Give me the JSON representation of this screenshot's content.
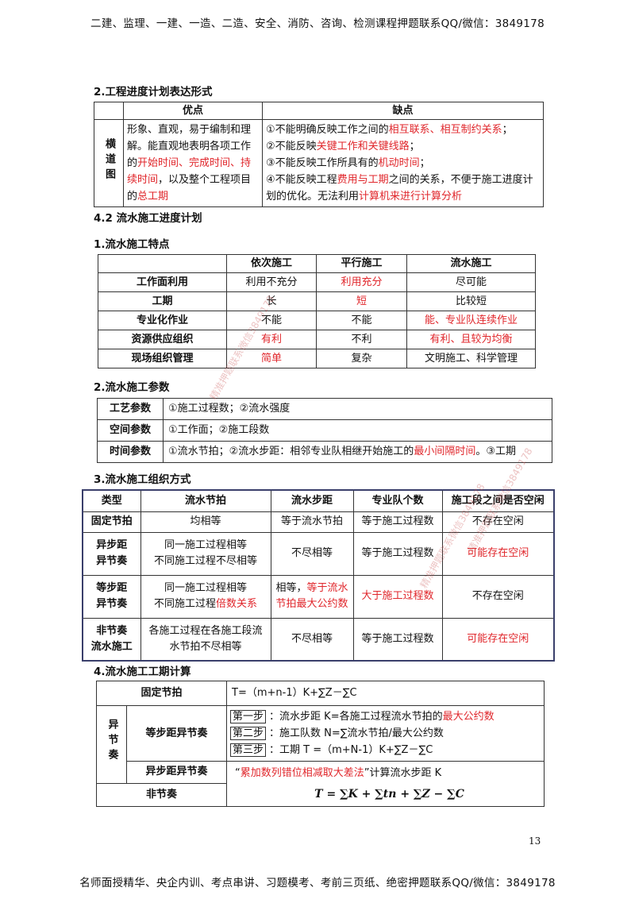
{
  "header": "二建、监理、一建、一造、二造、安全、消防、咨询、检测课程押题联系QQ/微信：3849178",
  "footer": "名师面授精华、央企内训、考点串讲、习题模考、考前三页纸、绝密押题联系QQ/微信：3849178",
  "page_number": "13",
  "s1": {
    "heading": "2.工程进度计划表达形式",
    "col_pro": "优点",
    "col_con": "缺点",
    "row_label": "横道图",
    "pro_1": "形象、直观，易于编制和理解。能直观地表明各项工作的",
    "pro_red_1": "开始时间、完成时间、持续时间",
    "pro_2": "，以及整个工程项目的",
    "pro_red_2": "总工期",
    "con": [
      {
        "a": "①不能明确反映工作之间的",
        "r": "相互联系、相互制约关系",
        "b": "；"
      },
      {
        "a": "②不能反映",
        "r": "关键工作和关键线路",
        "b": "；"
      },
      {
        "a": "③不能反映工作所具有的",
        "r": "机动时间",
        "b": "；"
      },
      {
        "a": "④不能反映工程",
        "r": "费用与工期",
        "b": "之间的关系，不便于施工进度计划的优化。无法利用"
      },
      {
        "a": "",
        "r": "计算机来进行计算分析",
        "b": ""
      }
    ]
  },
  "s2": {
    "heading": "4.2 流水施工进度计划"
  },
  "s3": {
    "heading": "1.流水施工特点",
    "cols": [
      "依次施工",
      "平行施工",
      "流水施工"
    ],
    "rows": [
      {
        "label": "工作面利用",
        "cells": [
          {
            "t": "利用不充分",
            "red": false
          },
          {
            "t": "利用充分",
            "red": true
          },
          {
            "t": "尽可能",
            "red": false
          }
        ]
      },
      {
        "label": "工期",
        "cells": [
          {
            "t": "长",
            "red": false
          },
          {
            "t": "短",
            "red": true
          },
          {
            "t": "比较短",
            "red": false
          }
        ]
      },
      {
        "label": "专业化作业",
        "cells": [
          {
            "t": "不能",
            "red": false
          },
          {
            "t": "不能",
            "red": false
          },
          {
            "t": "能、专业队连续作业",
            "red": true
          }
        ]
      },
      {
        "label": "资源供应组织",
        "cells": [
          {
            "t": "有利",
            "red": true
          },
          {
            "t": "不利",
            "red": false
          },
          {
            "t": "有利、且较为均衡",
            "red": true
          }
        ]
      },
      {
        "label": "现场组织管理",
        "cells": [
          {
            "t": "简单",
            "red": true
          },
          {
            "t": "复杂",
            "red": false
          },
          {
            "t": "文明施工、科学管理",
            "red": false
          }
        ]
      }
    ]
  },
  "s4": {
    "heading": "2.流水施工参数",
    "rows": [
      {
        "label": "工艺参数",
        "a": "①施工过程数；②流水强度",
        "r": "",
        "b": ""
      },
      {
        "label": "空间参数",
        "a": "①工作面；②施工段数",
        "r": "",
        "b": ""
      },
      {
        "label": "时间参数",
        "a": "①流水节拍；②流水步距：相邻专业队相继开始施工的",
        "r": "最小间隔时间",
        "b": "。③工期"
      }
    ]
  },
  "s5": {
    "heading": "3.流水施工组织方式",
    "cols": [
      "类型",
      "流水节拍",
      "流水步距",
      "专业队个数",
      "施工段之间是否空闲"
    ],
    "rows": [
      {
        "type": [
          "固定节拍"
        ],
        "beat": [
          {
            "t": "均相等",
            "red": false
          }
        ],
        "step": [
          {
            "t": "等于流水节拍",
            "red": false
          }
        ],
        "teams": {
          "t": "等于施工过程数",
          "red": false
        },
        "idle": {
          "t": "不存在空闲",
          "red": false
        }
      },
      {
        "type": [
          "异步距",
          "异节奏"
        ],
        "beat": [
          {
            "t": "同一施工过程相等",
            "red": false
          },
          {
            "t": "不同施工过程不尽相等",
            "red": false
          }
        ],
        "step": [
          {
            "t": "不尽相等",
            "red": false
          }
        ],
        "teams": {
          "t": "等于施工过程数",
          "red": false
        },
        "idle": {
          "t": "可能存在空闲",
          "red": true
        }
      },
      {
        "type": [
          "等步距",
          "异节奏"
        ],
        "beat": [
          {
            "t": "同一施工过程相等",
            "red": false
          },
          {
            "t": "不同施工过程",
            "red": false,
            "tail": "倍数关系"
          }
        ],
        "step": [
          {
            "t": "相等，",
            "red": false,
            "tail": "等于流水"
          },
          {
            "t": "节拍最大公约数",
            "red": true
          }
        ],
        "teams": {
          "t": "大于施工过程数",
          "red": true
        },
        "idle": {
          "t": "不存在空闲",
          "red": false
        }
      },
      {
        "type": [
          "非节奏",
          "流水施工"
        ],
        "beat": [
          {
            "t": "各施工过程在各施工段流",
            "red": false
          },
          {
            "t": "水节拍不尽相等",
            "red": false
          }
        ],
        "step": [
          {
            "t": "不尽相等",
            "red": false
          }
        ],
        "teams": {
          "t": "等于施工过程数",
          "red": false
        },
        "idle": {
          "t": "可能存在空闲",
          "red": true
        }
      }
    ]
  },
  "s6": {
    "heading": "4.流水施工工期计算",
    "fixed_label": "固定节拍",
    "fixed_formula": "T=（m+n-1）K+∑Z－∑C",
    "group_label": "异节奏",
    "eq_label": "等步距异节奏",
    "steps": [
      {
        "tag": "第一步",
        "a": "：流水步距 K=各施工过程流水节拍的",
        "r": "最大公约数",
        "b": ""
      },
      {
        "tag": "第二步",
        "a": "：施工队数 N=∑流水节拍/最大公约数",
        "r": "",
        "b": ""
      },
      {
        "tag": "第三步",
        "a": "：工期 T =（m+N-1）K+∑Z－∑C",
        "r": "",
        "b": ""
      }
    ],
    "uneq_label": "异步距异节奏",
    "uneq_a": "“",
    "uneq_red": "累加数列错位相减取大差法",
    "uneq_b": "”计算流水步距 K",
    "nonrhythm_label": "非节奏",
    "nonrhythm_formula": "T = ∑K + ∑tn + ∑Z − ∑C"
  },
  "watermarks": [
    "精准押题联系微信3849178",
    "精准押题联系微信3849178",
    "精准押题联系微信3849178"
  ]
}
